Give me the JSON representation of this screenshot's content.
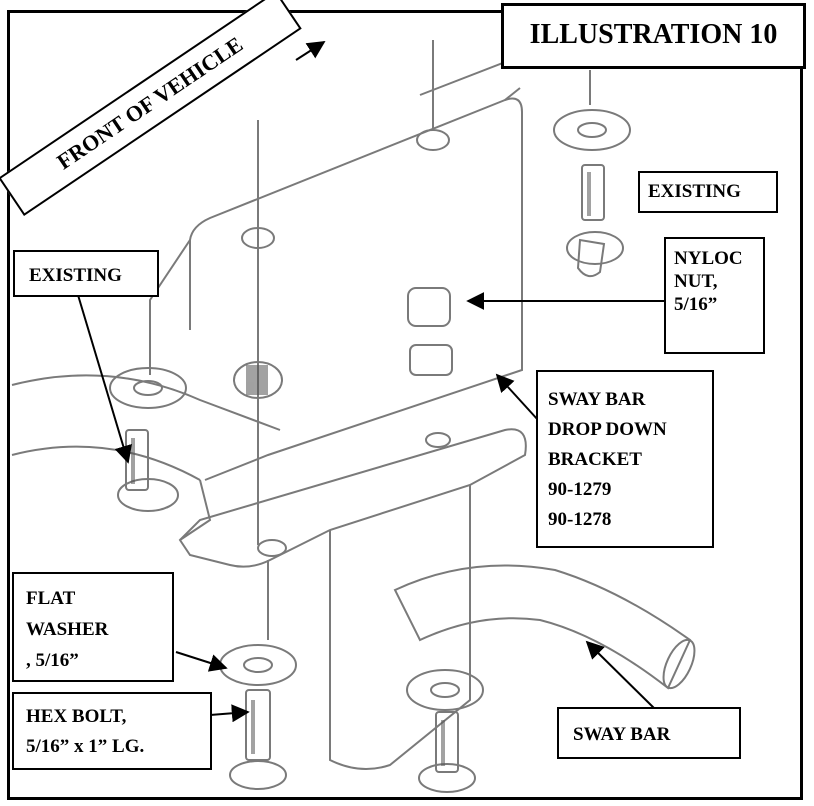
{
  "title": "ILLUSTRATION 10",
  "direction_banner": "FRONT OF VEHICLE",
  "callouts": {
    "existing_right": [
      "EXISTING"
    ],
    "existing_left": [
      "EXISTING"
    ],
    "nyloc_nut": [
      "NYLOC",
      "NUT,",
      "5/16”"
    ],
    "sway_bar_bracket": [
      "SWAY BAR",
      "DROP DOWN",
      "BRACKET",
      "90-1279",
      "90-1278"
    ],
    "flat_washer": [
      "FLAT",
      "WASHER",
      ", 5/16”"
    ],
    "hex_bolt": [
      "HEX BOLT,",
      "5/16” x 1” LG."
    ],
    "sway_bar": [
      "SWAY BAR"
    ]
  },
  "colors": {
    "line": "#000000",
    "drawing": "#6f6f6f",
    "background": "#ffffff"
  }
}
